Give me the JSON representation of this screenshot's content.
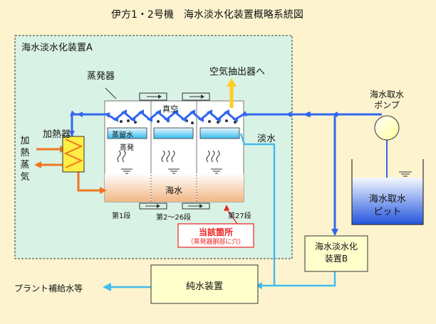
{
  "title": "伊方1・2号機　海水淡水化装置概略系統図",
  "unitA_label": "海水淡水化装置A",
  "evaporator_label": "蒸発器",
  "air_extractor_label": "空気抽出器へ",
  "heater_label": "加熱器",
  "heating_steam_label": [
    "加",
    "熱",
    "蒸",
    "気"
  ],
  "vacuum_label": "真空",
  "distilled_water_label": "蒸留水",
  "evaporation_label": "蒸発",
  "seawater_label": "海水",
  "fresh_water_label": "淡水",
  "stage1_label": "第1段",
  "stage2_26_label": "第2～26段",
  "stage27_label": "第27段",
  "affected_location_label": "当該箇所",
  "affected_location_detail": "（蒸発器胴部に穴）",
  "pump_label_line1": "海水取水",
  "pump_label_line2": "ポンプ",
  "pit_label_line1": "海水取水",
  "pit_label_line2": "ピット",
  "unitB_label_line1": "海水淡水化",
  "unitB_label_line2": "装置B",
  "pure_water_label": "純水装置",
  "plant_makeup_label": "プラント補給水等",
  "colors": {
    "background": "#fdf4cf",
    "unit_a_fill": "#d9f2e6",
    "seawater_line": "#3366ee",
    "fresh_water_line": "#44bbee",
    "steam_arrow": "#ee7722",
    "air_arrow": "#ffcc22",
    "affected_box": "#ee2222",
    "box_fill": "#ffffcc"
  }
}
